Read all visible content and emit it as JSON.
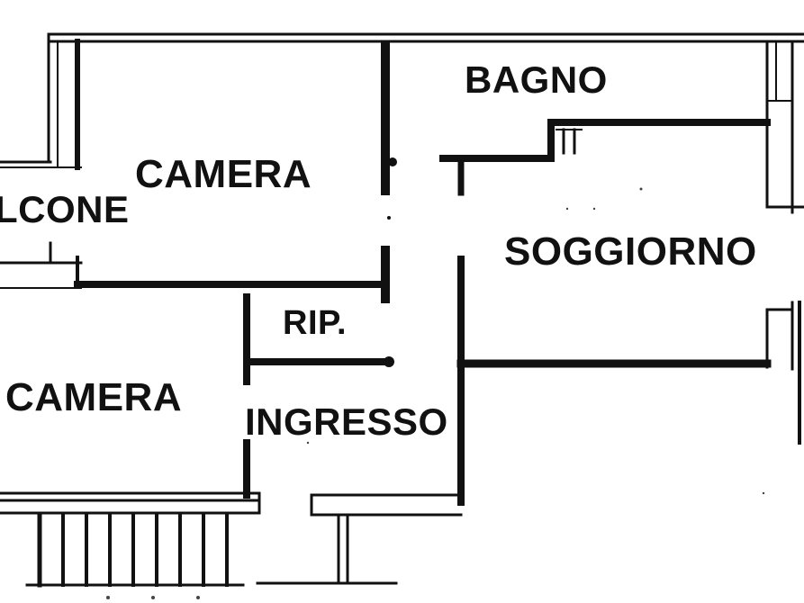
{
  "floor_plan": {
    "rooms": [
      {
        "id": "camera-1",
        "label": "CAMERA"
      },
      {
        "id": "balcone",
        "label": "LCONE"
      },
      {
        "id": "bagno",
        "label": "BAGNO"
      },
      {
        "id": "soggiorno",
        "label": "SOGGIORNO"
      },
      {
        "id": "ripostiglio",
        "label": "RIP."
      },
      {
        "id": "camera-2",
        "label": "CAMERA"
      },
      {
        "id": "ingresso",
        "label": "INGRESSO"
      }
    ]
  },
  "colors": {
    "wall": "#111111",
    "background": "#ffffff"
  }
}
